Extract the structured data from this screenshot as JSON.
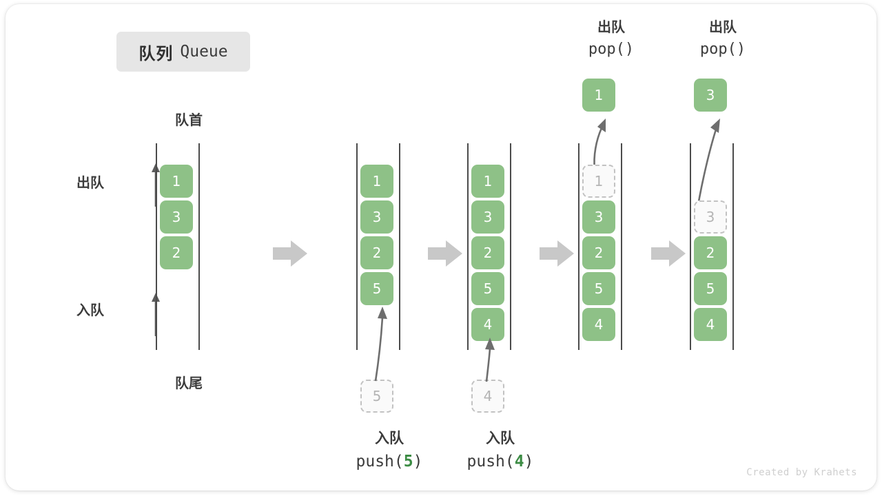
{
  "title": {
    "cn": "队列",
    "en": "Queue"
  },
  "colors": {
    "element_fill": "#8ec187",
    "element_text": "#ffffff",
    "ghost_fill": "#fafafa",
    "ghost_border": "#c2c2c2",
    "ghost_text": "#b4b4b4",
    "rail": "#4b4b4b",
    "arrow_gray": "#c8c8c8",
    "curve_arrow": "#6e6e6e",
    "text": "#3c3c3c",
    "accent_green_text": "#3c8c44",
    "badge_bg": "#e6e6e6",
    "credit": "#cfcfcf"
  },
  "axis_labels": {
    "head": "队首",
    "tail": "队尾",
    "dequeue": "出队",
    "enqueue": "入队"
  },
  "credit": "Created by Krahets",
  "chart_data": {
    "type": "diagram",
    "title": "队列 Queue",
    "description": "Queue FIFO operation sequence shown as five vertical channel states separated by gray arrows",
    "steps": [
      {
        "id": "state-initial",
        "op": "initial",
        "top_label_cn": "",
        "top_label_code": "",
        "bottom_label_cn": "",
        "bottom_label_code": "",
        "slots": [
          {
            "value": "1",
            "state": "filled"
          },
          {
            "value": "3",
            "state": "filled"
          },
          {
            "value": "2",
            "state": "filled"
          },
          {
            "value": "",
            "state": "empty"
          },
          {
            "value": "",
            "state": "empty"
          }
        ],
        "popped": null,
        "incoming": null
      },
      {
        "id": "state-push-5",
        "op": "push",
        "top_label_cn": "",
        "top_label_code": "",
        "bottom_label_cn": "入队",
        "bottom_label_code_prefix": "push(",
        "bottom_label_arg": "5",
        "bottom_label_code_suffix": ")",
        "slots": [
          {
            "value": "1",
            "state": "filled"
          },
          {
            "value": "3",
            "state": "filled"
          },
          {
            "value": "2",
            "state": "filled"
          },
          {
            "value": "5",
            "state": "filled"
          },
          {
            "value": "",
            "state": "empty"
          }
        ],
        "popped": null,
        "incoming": "5"
      },
      {
        "id": "state-push-4",
        "op": "push",
        "top_label_cn": "",
        "top_label_code": "",
        "bottom_label_cn": "入队",
        "bottom_label_code_prefix": "push(",
        "bottom_label_arg": "4",
        "bottom_label_code_suffix": ")",
        "slots": [
          {
            "value": "1",
            "state": "filled"
          },
          {
            "value": "3",
            "state": "filled"
          },
          {
            "value": "2",
            "state": "filled"
          },
          {
            "value": "5",
            "state": "filled"
          },
          {
            "value": "4",
            "state": "filled"
          }
        ],
        "popped": null,
        "incoming": "4"
      },
      {
        "id": "state-pop-1",
        "op": "pop",
        "top_label_cn": "出队",
        "top_label_code": "pop()",
        "bottom_label_cn": "",
        "bottom_label_code": "",
        "slots": [
          {
            "value": "1",
            "state": "ghost"
          },
          {
            "value": "3",
            "state": "filled"
          },
          {
            "value": "2",
            "state": "filled"
          },
          {
            "value": "5",
            "state": "filled"
          },
          {
            "value": "4",
            "state": "filled"
          }
        ],
        "popped": "1",
        "incoming": null
      },
      {
        "id": "state-pop-3",
        "op": "pop",
        "top_label_cn": "出队",
        "top_label_code": "pop()",
        "bottom_label_cn": "",
        "bottom_label_code": "",
        "slots": [
          {
            "value": "",
            "state": "empty"
          },
          {
            "value": "3",
            "state": "ghost"
          },
          {
            "value": "2",
            "state": "filled"
          },
          {
            "value": "5",
            "state": "filled"
          },
          {
            "value": "4",
            "state": "filled"
          }
        ],
        "popped": "3",
        "incoming": null
      }
    ]
  }
}
